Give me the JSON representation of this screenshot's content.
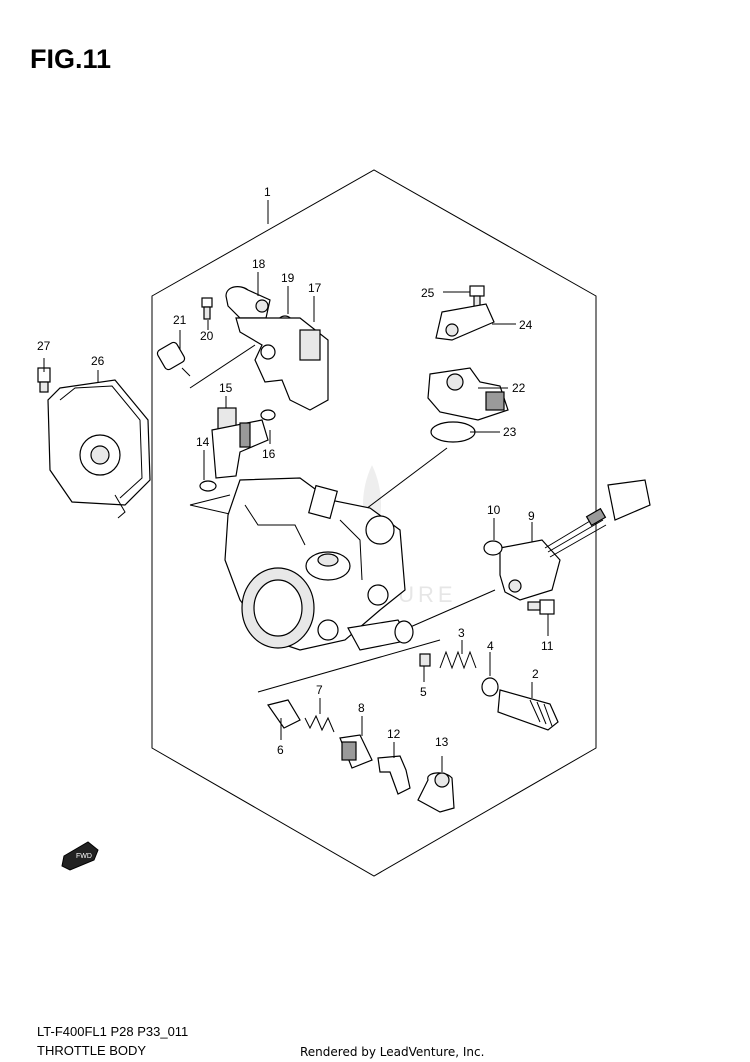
{
  "figure": {
    "title": "FIG.11",
    "model_code": "LT-F400FL1 P28 P33_011",
    "section_name": "THROTTLE BODY",
    "rendered_by": "Rendered by LeadVenture, Inc.",
    "fwd_icon_label": "FWD"
  },
  "callouts": {
    "c1": "1",
    "c2": "2",
    "c3": "3",
    "c4": "4",
    "c5": "5",
    "c6": "6",
    "c7": "7",
    "c8": "8",
    "c9": "9",
    "c10": "10",
    "c11": "11",
    "c12": "12",
    "c13": "13",
    "c14": "14",
    "c15": "15",
    "c16": "16",
    "c17": "17",
    "c18": "18",
    "c19": "19",
    "c20": "20",
    "c21": "21",
    "c22": "22",
    "c23": "23",
    "c24": "24",
    "c25": "25",
    "c26": "26",
    "c27": "27"
  },
  "colors": {
    "line": "#000000",
    "background": "#ffffff",
    "shading": "#9a9a9a"
  }
}
